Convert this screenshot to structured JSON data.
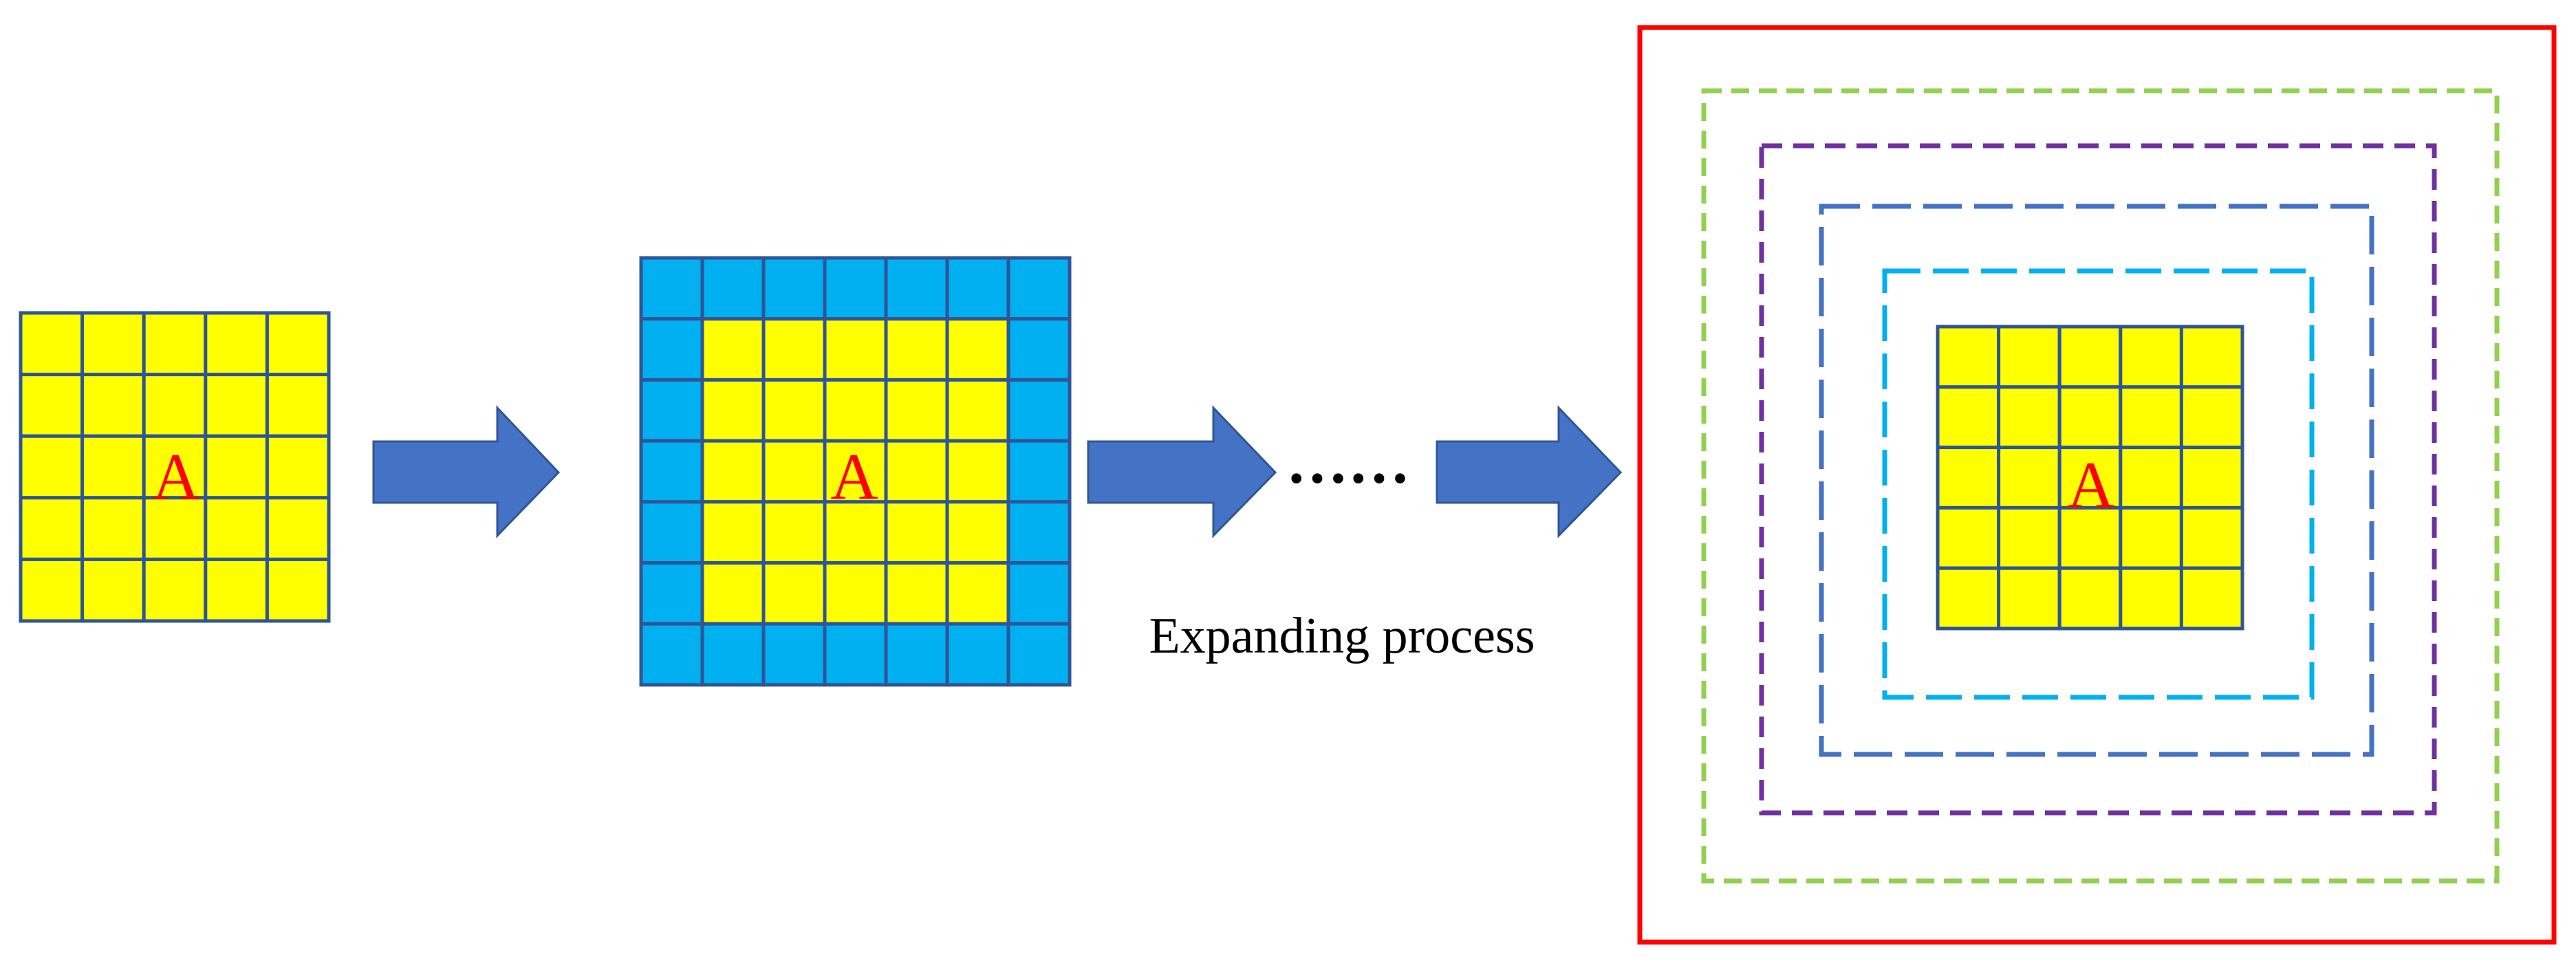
{
  "grid_label": "A",
  "caption": "Expanding process",
  "continuation": "……",
  "grid": {
    "inner_size": 5,
    "expanded_size": 7,
    "inner_color": "#FFFF00",
    "border_color": "#00B0F0",
    "line_color": "#2F5597"
  },
  "label_color": "#FF0000",
  "arrow_color": "#4472C4",
  "frame_color": "#FF0000",
  "dashed_rings": [
    {
      "color": "#92D050"
    },
    {
      "color": "#7030A0"
    },
    {
      "color": "#4472C4"
    },
    {
      "color": "#00B0F0"
    }
  ]
}
